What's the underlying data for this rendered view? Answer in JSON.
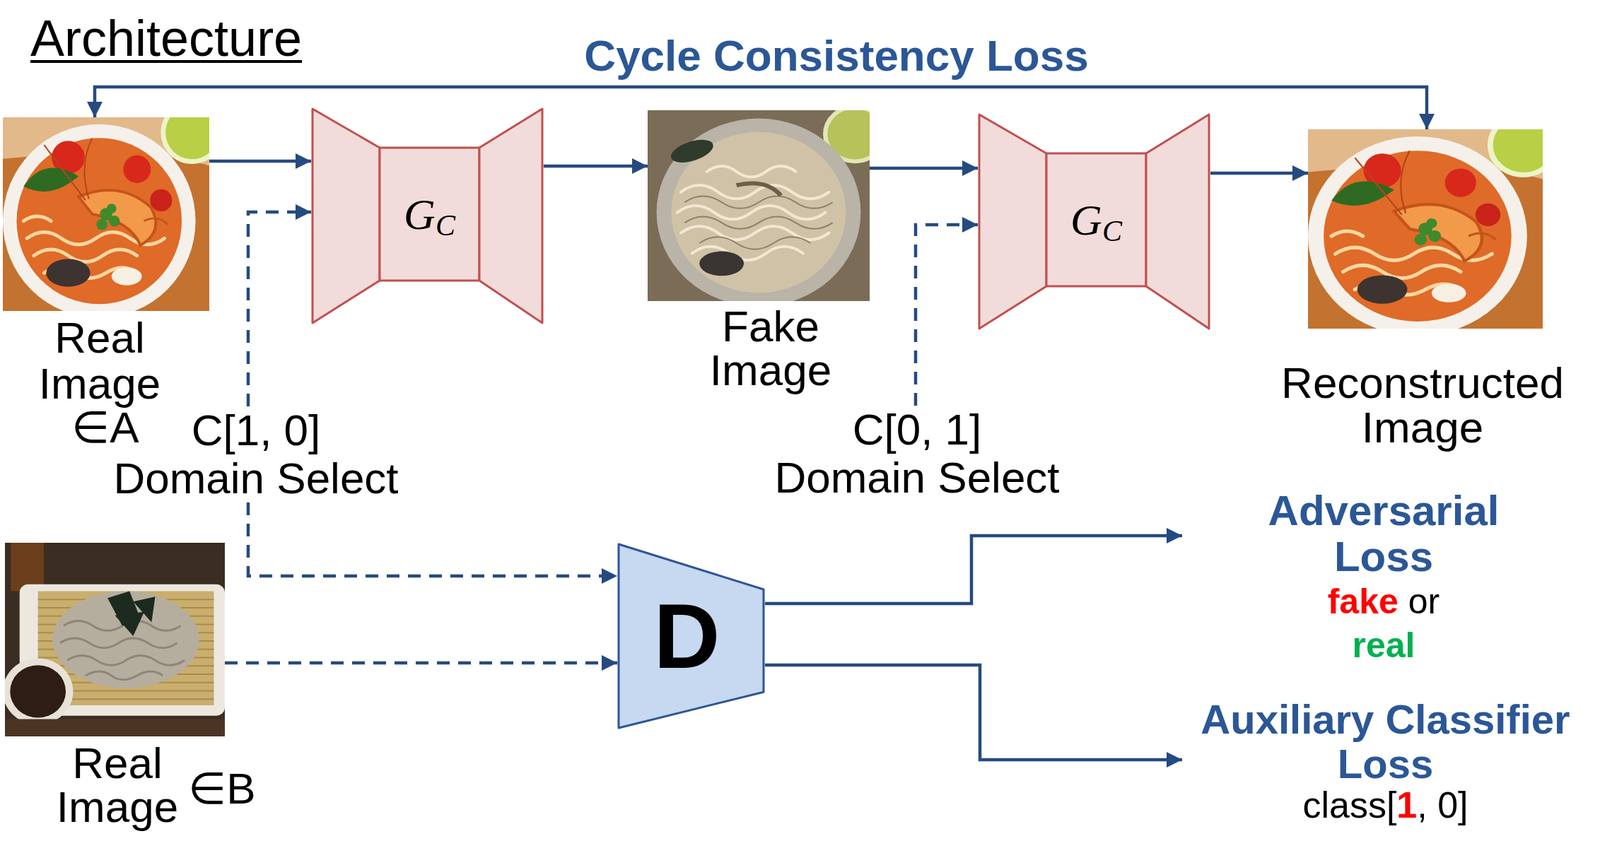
{
  "diagram": {
    "title": "Architecture",
    "nodes": [
      {
        "text": [
          "Real Image",
          "∈A"
        ]
      },
      {
        "text": [
          "G",
          "C"
        ]
      },
      {
        "text": [
          "Fake Image"
        ]
      },
      {
        "text": [
          "G",
          "C"
        ]
      },
      {
        "text": [
          "Reconstructed Image"
        ]
      },
      {
        "text": [
          "C[1, 0]",
          "Domain Select"
        ]
      },
      {
        "text": [
          "C[0, 1]",
          "Domain Select"
        ]
      },
      {
        "text": [
          "Real Image",
          "∈B"
        ]
      },
      {
        "text": [
          "D"
        ]
      },
      {
        "text": [
          "Adversarial Loss",
          "fake",
          "or",
          "real"
        ]
      },
      {
        "text": [
          "Auxiliary Classifier Loss",
          "class[",
          "1",
          ", 0]"
        ]
      }
    ],
    "edges": [
      {
        "from": 0,
        "to": 1,
        "arrow": "to"
      },
      {
        "from": 1,
        "to": 2,
        "arrow": "to"
      },
      {
        "from": 2,
        "to": 3,
        "arrow": "to"
      },
      {
        "from": 3,
        "to": 4,
        "arrow": "to"
      },
      {
        "from": 0,
        "to": 4,
        "arrow": "both",
        "label": "Cycle Consistency Loss"
      },
      {
        "from": 5,
        "to": 1,
        "arrow": "to"
      },
      {
        "from": 5,
        "to": 8,
        "arrow": "to"
      },
      {
        "from": 6,
        "to": 3,
        "arrow": "to"
      },
      {
        "from": 7,
        "to": 8,
        "arrow": "to"
      },
      {
        "from": 8,
        "to": 9,
        "arrow": "to"
      },
      {
        "from": 8,
        "to": 10,
        "arrow": "to"
      }
    ]
  }
}
